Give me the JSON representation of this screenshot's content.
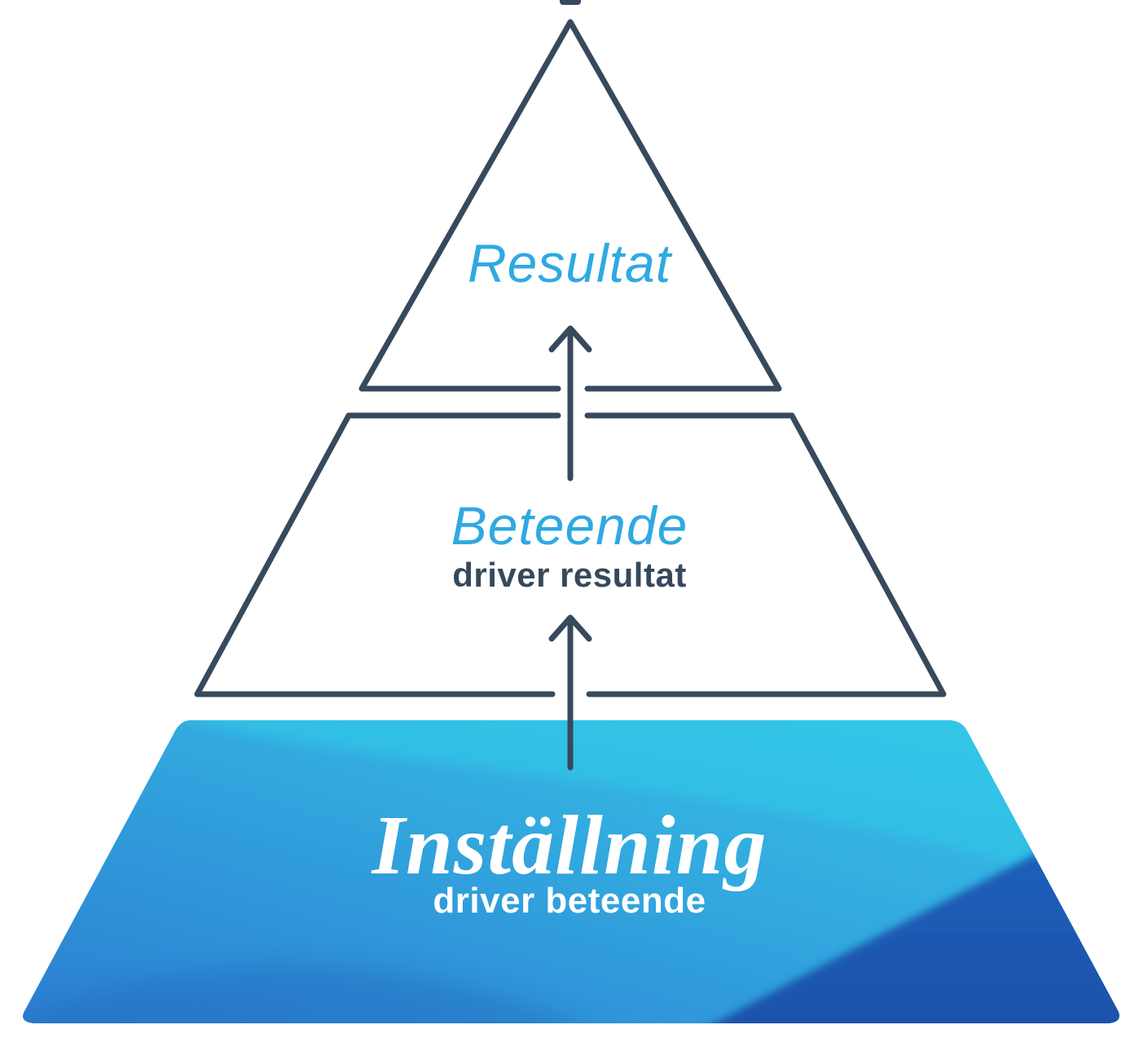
{
  "pyramid": {
    "levels": [
      {
        "id": "resultat",
        "label": "Resultat",
        "sublabel": ""
      },
      {
        "id": "beteende",
        "label": "Beteende",
        "sublabel": "driver resultat"
      },
      {
        "id": "installning",
        "label": "Inställning",
        "sublabel": "driver beteende"
      }
    ],
    "icons": [
      {
        "name": "arrow-up-icon",
        "meaning": "beteende driver resultat"
      },
      {
        "name": "arrow-up-icon",
        "meaning": "inställning driver beteende"
      }
    ],
    "colors": {
      "outline_navy": "#37495C",
      "accent_blue_text": "#2FA9E2",
      "dark_sub_text": "#36495C",
      "white_text": "#FFFFFF",
      "base_gradient_top_right": "#38C3E8",
      "base_gradient_middle": "#2F9ADB",
      "base_gradient_bottom_left": "#2B7CCF",
      "cyan_band": "#30C6E8",
      "dark_wave": "#1D5CB4"
    }
  }
}
